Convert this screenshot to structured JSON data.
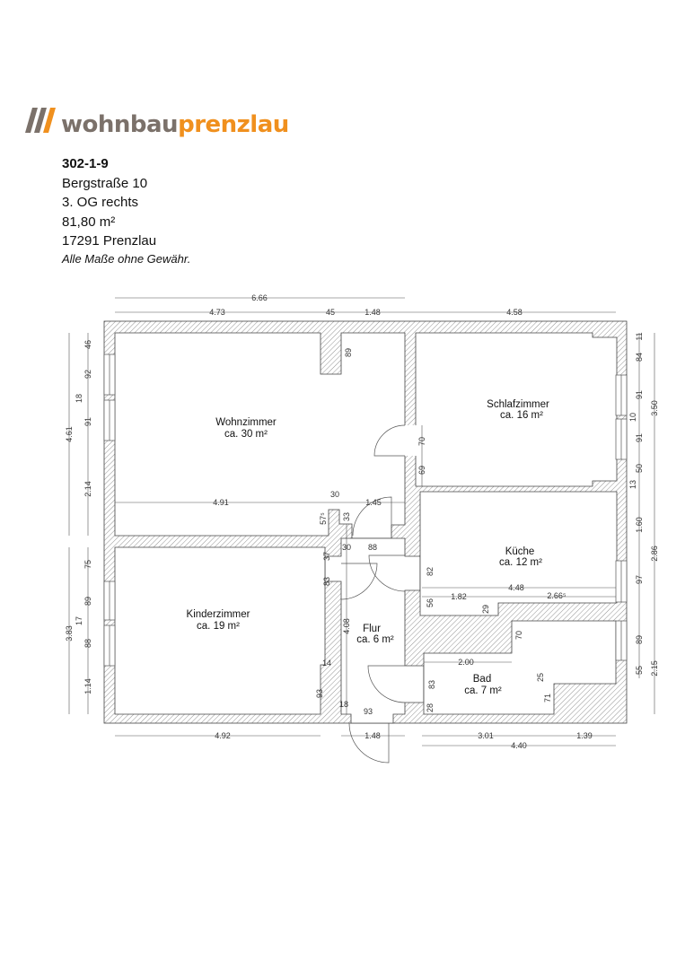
{
  "brand": {
    "part1": "wohnbau",
    "part2": "prenzlau",
    "color_gray": "#7b716a",
    "color_orange": "#f0901e"
  },
  "listing": {
    "id": "302-1-9",
    "street": "Bergstraße 10",
    "floor": "3. OG rechts",
    "area": "81,80 m²",
    "city": "17291 Prenzlau",
    "disclaimer": "Alle Maße ohne Gewähr."
  },
  "rooms": [
    {
      "name": "Wohnzimmer",
      "area": "ca. 30 m²"
    },
    {
      "name": "Schlafzimmer",
      "area": "ca. 16 m²"
    },
    {
      "name": "Küche",
      "area": "ca. 12 m²"
    },
    {
      "name": "Kinderzimmer",
      "area": "ca. 19 m²"
    },
    {
      "name": "Flur",
      "area": "ca. 6 m²"
    },
    {
      "name": "Bad",
      "area": "ca. 7 m²"
    }
  ],
  "dims": {
    "top": [
      "6.66",
      "4.73",
      "45",
      "1.48",
      "4.58"
    ],
    "left": [
      "4.61",
      "3.83",
      "46",
      "92",
      "18",
      "91",
      "2.14",
      "75",
      "89",
      "17",
      "88",
      "1.14"
    ],
    "right": [
      "11",
      "84",
      "91",
      "10",
      "91",
      "50",
      "13",
      "1.60",
      "97",
      "89",
      "55",
      "3.50",
      "2.86",
      "2.15"
    ],
    "inner": [
      "89",
      "70",
      "69",
      "4.91",
      "30",
      "1.45",
      "57⁵",
      "33",
      "30",
      "88",
      "37",
      "83",
      "4.08",
      "14",
      "93",
      "18",
      "93",
      "82",
      "4.48",
      "1.82",
      "2.66⁵",
      "56",
      "29",
      "70",
      "2.00",
      "83",
      "25",
      "71",
      "28"
    ],
    "bottom": [
      "4.92",
      "1.48",
      "3.01",
      "1.39",
      "4.40"
    ]
  }
}
